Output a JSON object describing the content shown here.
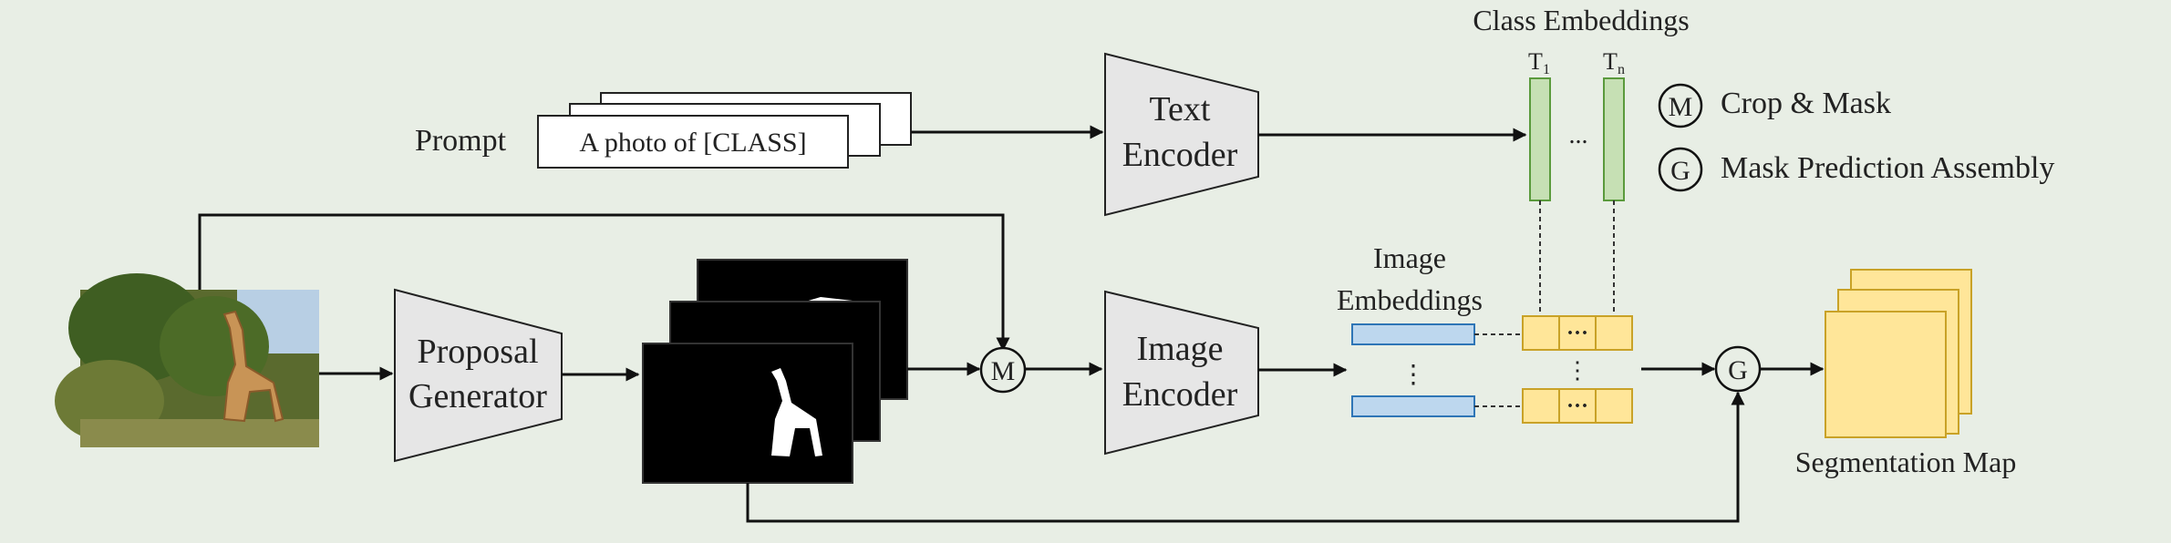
{
  "labels": {
    "prompt": "Prompt",
    "prompt_text": "A photo of [CLASS]",
    "text_encoder_1": "Text",
    "text_encoder_2": "Encoder",
    "class_embeddings": "Class Embeddings",
    "t1_main": "T",
    "t1_sub": "1",
    "tn_main": "T",
    "tn_sub": "n",
    "ellipsis": "...",
    "ellipsis_cell": "···",
    "vdots": "⋮",
    "proposal_1": "Proposal",
    "proposal_2": "Generator",
    "image_encoder_1": "Image",
    "image_encoder_2": "Encoder",
    "image_embeddings_1": "Image",
    "image_embeddings_2": "Embeddings",
    "segmentation_map": "Segmentation Map",
    "op_m": "M",
    "op_g": "G"
  },
  "legend": [
    {
      "symbol": "M",
      "text": "Crop & Mask"
    },
    {
      "symbol": "G",
      "text": "Mask Prediction Assembly"
    }
  ],
  "colors": {
    "background": "#e8eee5",
    "encoder_fill": "#e6e6e6",
    "class_embedding_fill": "#c6e0b4",
    "class_embedding_stroke": "#5a9a3c",
    "image_embedding_fill": "#bdd7ee",
    "image_embedding_stroke": "#2e75b6",
    "yellow_fill": "#ffe699",
    "yellow_stroke": "#c9a227"
  }
}
